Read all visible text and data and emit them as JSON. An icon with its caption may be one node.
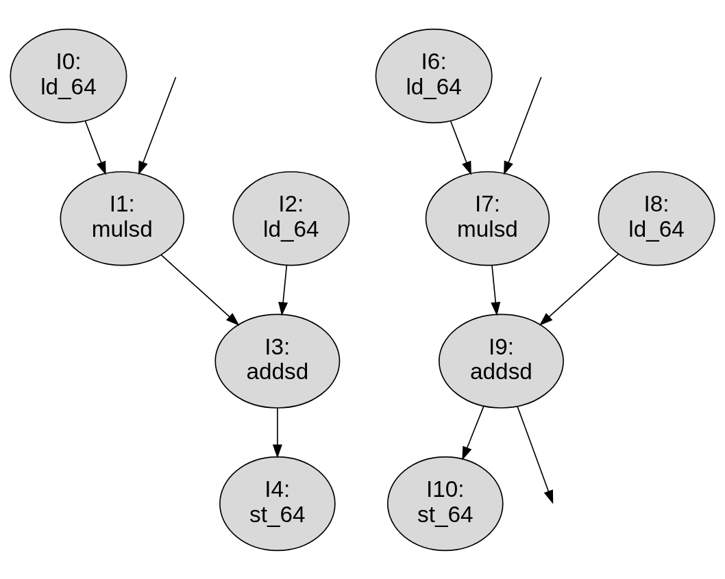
{
  "diagram": {
    "nodes": [
      {
        "text": [
          "I0: ld_64"
        ]
      },
      {
        "text": [
          "I1: mulsd"
        ]
      },
      {
        "text": [
          "I2: ld_64"
        ]
      },
      {
        "text": [
          "I3: addsd"
        ]
      },
      {
        "text": [
          "I4: st_64"
        ]
      },
      {
        "text": [
          "I6: ld_64"
        ]
      },
      {
        "text": [
          "I7: mulsd"
        ]
      },
      {
        "text": [
          "I8: ld_64"
        ]
      },
      {
        "text": [
          "I9: addsd"
        ]
      },
      {
        "text": [
          "I10: st_64"
        ]
      }
    ],
    "edges": [
      {
        "from": 0,
        "to": 1,
        "arrow": "to"
      },
      {
        "from": null,
        "to": 1,
        "arrow": "to"
      },
      {
        "from": 1,
        "to": 3,
        "arrow": "to"
      },
      {
        "from": 2,
        "to": 3,
        "arrow": "to"
      },
      {
        "from": 3,
        "to": 4,
        "arrow": "to"
      },
      {
        "from": 5,
        "to": 6,
        "arrow": "to"
      },
      {
        "from": null,
        "to": 6,
        "arrow": "to"
      },
      {
        "from": 6,
        "to": 8,
        "arrow": "to"
      },
      {
        "from": 7,
        "to": 8,
        "arrow": "to"
      },
      {
        "from": 8,
        "to": 9,
        "arrow": "to"
      },
      {
        "from": 8,
        "to": null,
        "arrow": "to"
      }
    ]
  }
}
